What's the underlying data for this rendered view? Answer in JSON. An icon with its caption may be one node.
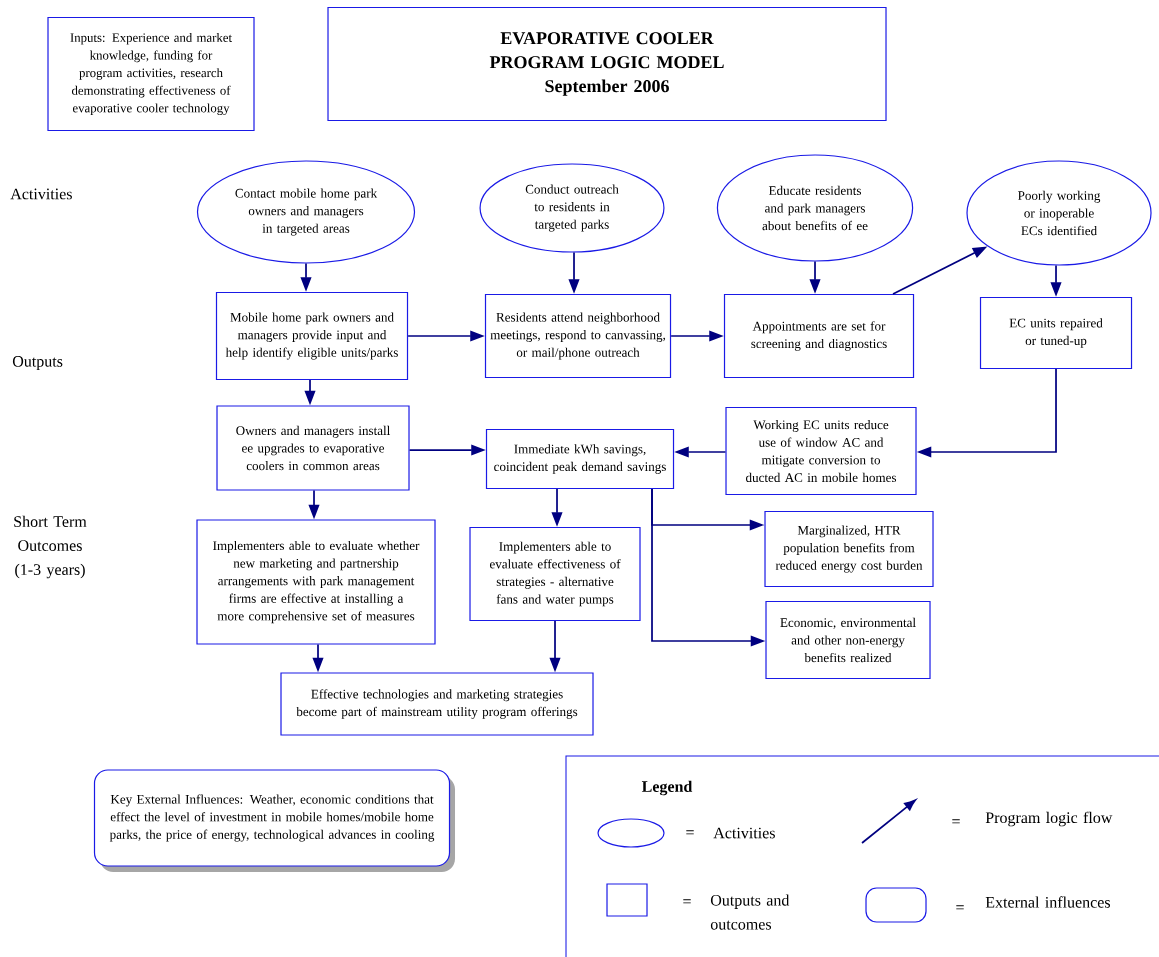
{
  "diagram": {
    "nodes": [
      {
        "text": [
          "EVAPORATIVE COOLER PROGRAM LOGIC MODEL",
          "September 2006"
        ]
      },
      {
        "text": [
          "Inputs: Experience and market knowledge, funding for program activities, research demonstrating effectiveness of evaporative cooler technology"
        ]
      },
      {
        "text": [
          "Contact mobile home park owners and managers in targeted areas"
        ]
      },
      {
        "text": [
          "Conduct outreach to residents in targeted parks"
        ]
      },
      {
        "text": [
          "Educate residents and park managers about benefits of ee"
        ]
      },
      {
        "text": [
          "Poorly working or inoperable ECs identified"
        ]
      },
      {
        "text": [
          "Mobile home park owners and managers provide input and help identify eligible units/parks"
        ]
      },
      {
        "text": [
          "Residents attend neighborhood meetings, respond to canvassing, or mail/phone outreach"
        ]
      },
      {
        "text": [
          "Appointments are set for screening and diagnostics"
        ]
      },
      {
        "text": [
          "EC units repaired or tuned-up"
        ]
      },
      {
        "text": [
          "Owners and managers install ee upgrades to evaporative coolers in common areas"
        ]
      },
      {
        "text": [
          "Immediate kWh savings, coincident peak demand savings"
        ]
      },
      {
        "text": [
          "Working EC units reduce use of window AC and mitigate conversion to ducted AC in mobile homes"
        ]
      },
      {
        "text": [
          "Implementers able to evaluate whether new marketing and partnership arrangements with park management firms are effective at installing a more comprehensive set of measures"
        ]
      },
      {
        "text": [
          "Implementers able to evaluate effectiveness of strategies - alternative fans and water pumps"
        ]
      },
      {
        "text": [
          "Marginalized, HTR population benefits from reduced energy cost burden"
        ]
      },
      {
        "text": [
          "Economic, environmental and other non-energy benefits realized"
        ]
      },
      {
        "text": [
          "Effective technologies and marketing strategies become part of mainstream utility program offerings"
        ]
      },
      {
        "text": [
          "Key External Influences: Weather, economic conditions that effect the level of investment in mobile homes/mobile home parks, the price of energy, technological advances in cooling"
        ]
      }
    ],
    "edges": [
      {
        "from": 2,
        "to": 6,
        "arrow": "to"
      },
      {
        "from": 3,
        "to": 7,
        "arrow": "to"
      },
      {
        "from": 4,
        "to": 8,
        "arrow": "to"
      },
      {
        "from": 6,
        "to": 7,
        "arrow": "to"
      },
      {
        "from": 7,
        "to": 8,
        "arrow": "to"
      },
      {
        "from": 8,
        "to": 5,
        "arrow": "to"
      },
      {
        "from": 5,
        "to": 9,
        "arrow": "to"
      },
      {
        "from": 6,
        "to": 10,
        "arrow": "to"
      },
      {
        "from": 10,
        "to": 11,
        "arrow": "to"
      },
      {
        "from": 9,
        "to": 12,
        "arrow": "to"
      },
      {
        "from": 12,
        "to": 11,
        "arrow": "to"
      },
      {
        "from": 10,
        "to": 13,
        "arrow": "to"
      },
      {
        "from": 11,
        "to": 14,
        "arrow": "to"
      },
      {
        "from": 11,
        "to": 15,
        "arrow": "to"
      },
      {
        "from": 11,
        "to": 16,
        "arrow": "to"
      },
      {
        "from": 13,
        "to": 17,
        "arrow": "to"
      },
      {
        "from": 14,
        "to": 17,
        "arrow": "to"
      }
    ],
    "labels": [
      "Activities",
      "Outputs",
      "Short Term Outcomes (1-3 years)",
      "Legend",
      "=",
      "=",
      "=",
      "="
    ],
    "legend": [
      {
        "text": "Activities"
      },
      {
        "text": "Outputs and outcomes"
      },
      {
        "text": "Program logic flow"
      },
      {
        "text": "External influences"
      }
    ]
  }
}
